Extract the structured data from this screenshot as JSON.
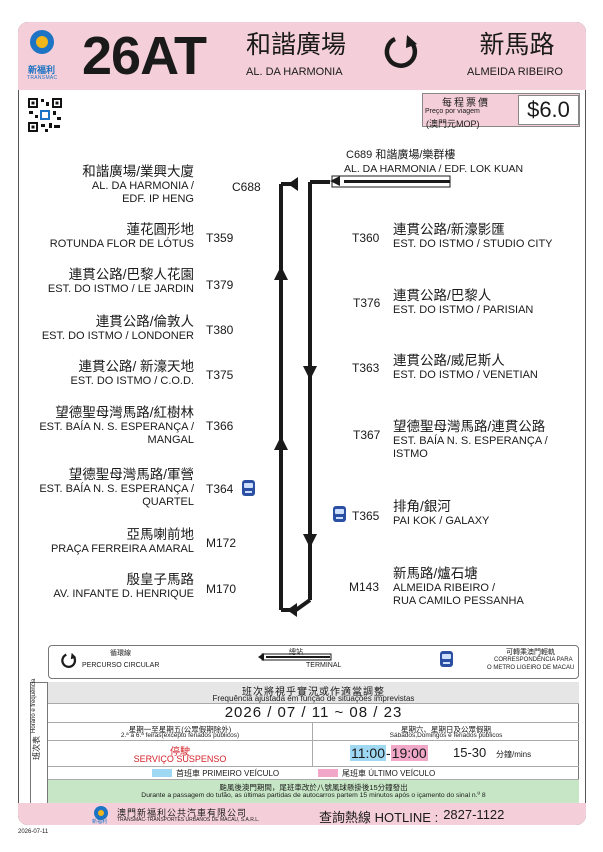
{
  "header": {
    "brand_cn": "新福利",
    "brand_en": "TRANSMAC",
    "route_number": "26AT",
    "origin_cn": "和諧廣場",
    "origin_pt": "AL. DA HARMONIA",
    "destination_cn": "新馬路",
    "destination_pt": "ALMEIDA RIBEIRO",
    "circular_icon": "circular-arrow-icon"
  },
  "fare": {
    "label_cn": "每程票價",
    "label_pt": "Preço por viagem",
    "unit": "(澳門元MOP)",
    "price": "$6.0"
  },
  "terminal": {
    "code_cn": "C689 和諧廣場/樂群樓",
    "pt": "AL. DA HARMONIA / EDF. LOK KUAN"
  },
  "left_stops": [
    {
      "cn": "和諧廣場/業興大廈",
      "pt1": "AL. DA HARMONIA /",
      "pt2": "EDF. IP HENG",
      "code": "C688"
    },
    {
      "cn": "蓮花圓形地",
      "pt1": "ROTUNDA FLOR DE LÓTUS",
      "pt2": "",
      "code": "T359"
    },
    {
      "cn": "連貫公路/巴黎人花園",
      "pt1": "EST. DO ISTMO / LE JARDIN",
      "pt2": "",
      "code": "T379"
    },
    {
      "cn": "連貫公路/倫敦人",
      "pt1": "EST. DO ISTMO / LONDONER",
      "pt2": "",
      "code": "T380"
    },
    {
      "cn": "連貫公路/ 新濠天地",
      "pt1": "EST. DO ISTMO / C.O.D.",
      "pt2": "",
      "code": "T375"
    },
    {
      "cn": "望德聖母灣馬路/紅樹林",
      "pt1": "EST. BAÍA N. S. ESPERANÇA /",
      "pt2": "MANGAL",
      "code": "T366"
    },
    {
      "cn": "望德聖母灣馬路/軍營",
      "pt1": "EST. BAÍA N. S. ESPERANÇA /",
      "pt2": "QUARTEL",
      "code": "T364"
    },
    {
      "cn": "亞馬喇前地",
      "pt1": "PRAÇA FERREIRA AMARAL",
      "pt2": "",
      "code": "M172"
    },
    {
      "cn": "殷皇子馬路",
      "pt1": "AV. INFANTE D. HENRIQUE",
      "pt2": "",
      "code": "M170"
    }
  ],
  "right_stops": [
    {
      "code": "T360",
      "cn": "連貫公路/新濠影匯",
      "pt1": "EST. DO ISTMO / STUDIO CITY",
      "pt2": ""
    },
    {
      "code": "T376",
      "cn": "連貫公路/巴黎人",
      "pt1": "EST. DO ISTMO / PARISIAN",
      "pt2": ""
    },
    {
      "code": "T363",
      "cn": "連貫公路/威尼斯人",
      "pt1": "EST. DO ISTMO / VENETIAN",
      "pt2": ""
    },
    {
      "code": "T367",
      "cn": "望德聖母灣馬路/連貫公路",
      "pt1": "EST. BAÍA N. S. ESPERANÇA /",
      "pt2": "ISTMO"
    },
    {
      "code": "T365",
      "cn": "排角/銀河",
      "pt1": "PAI KOK / GALAXY",
      "pt2": ""
    },
    {
      "code": "M143",
      "cn": "新馬路/爐石塘",
      "pt1": "ALMEIDA RIBEIRO /",
      "pt2": "RUA CAMILO PESSANHA"
    }
  ],
  "legend": {
    "circular_cn": "循環線",
    "circular_pt": "PERCURSO CIRCULAR",
    "terminal_cn": "總站",
    "terminal_pt": "TERMINAL",
    "lrt_cn": "可轉乘澳門輕軌",
    "lrt_pt1": "CORRESPONDÊNCIA PARA",
    "lrt_pt2": "O METRO LIGEIRO DE MACAU"
  },
  "schedule": {
    "side_label_cn": "班次表",
    "side_label_pt": "Horário e frequência",
    "notice_cn": "班次將視乎實況或作適當調整",
    "notice_pt": "Frequência ajustada em função de situações imprevistas",
    "date_range": "2026 / 07 / 11 ~ 08 / 23",
    "weekday_cn": "星期一至星期五(公眾假期除外)",
    "weekday_pt": "2.ª a 6.ª feiras(excepto feriados públicos)",
    "weekend_cn": "星期六、星期日及公眾假期",
    "weekend_pt": "Sábados,Domingos e feriados públicos",
    "suspended_cn": "停駛",
    "suspended_pt": "SERVIÇO SUSPENSO",
    "first_time": "11:00",
    "dash": "-",
    "last_time": "19:00",
    "frequency": "15-30",
    "freq_unit": "分鐘/mins",
    "first_legend": "首班車 PRIMEIRO VEÍCULO",
    "last_legend": "尾班車 ÚLTIMO VEÍCULO",
    "typhoon_cn": "颱風後澳門期間，尾班車改於八號風球懸掛後15分鐘發出",
    "typhoon_pt": "Durante a passagem do tufão, as últimas partidas de autocarros partem 15 minutos após o içamento do sinal n.º 8"
  },
  "footer": {
    "company_cn": "澳門新福利公共汽車有限公司",
    "company_pt": "TRANSMAC-TRANSPORTES URBANOS DE MACAU, S.A.R.L.",
    "logo_cn": "新福利",
    "hotline_label": "查詢熱線 HOTLINE :",
    "hotline": "2827-1122",
    "print_date": "2026-07-11"
  },
  "colors": {
    "header_pink": "#f4cfd9",
    "brand_blue": "#1d73c4",
    "first_bus": "#9fd8f2",
    "last_bus": "#f0a7c8",
    "suspended_red": "#d3222a"
  }
}
